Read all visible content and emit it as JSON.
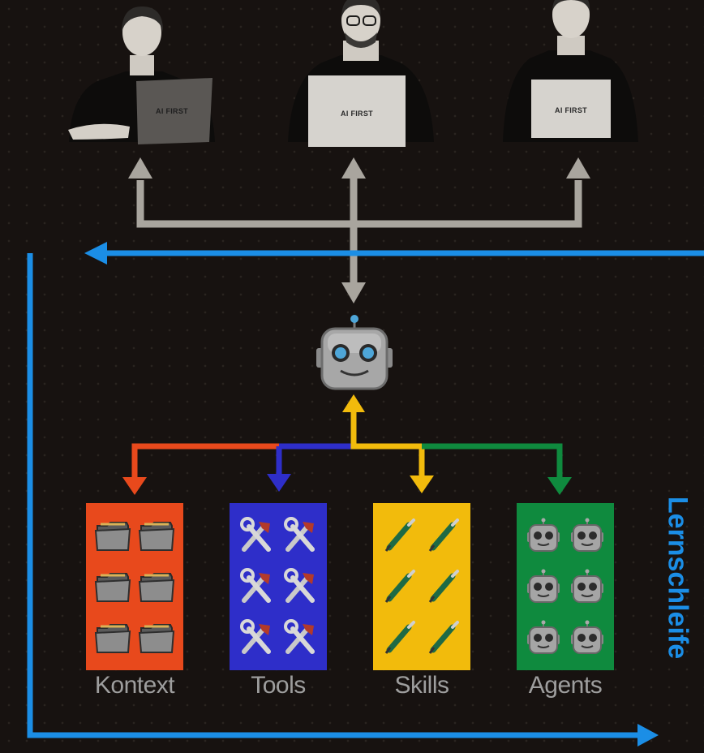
{
  "people": [
    {
      "laptop_text": "AI FIRST"
    },
    {
      "laptop_text": "AI FIRST"
    },
    {
      "laptop_text": "AI FIRST"
    }
  ],
  "categories": [
    {
      "label": "Kontext",
      "color": "#e8491c",
      "icon": "folder-icon"
    },
    {
      "label": "Tools",
      "color": "#2e2ec9",
      "icon": "hammer-wrench-icon"
    },
    {
      "label": "Skills",
      "color": "#f2bb0c",
      "icon": "pen-icon"
    },
    {
      "label": "Agents",
      "color": "#0f8a3e",
      "icon": "robot-icon"
    }
  ],
  "loop_label": "Lernschleife",
  "colors": {
    "background": "#171210",
    "loop_arrow": "#1b8ee6",
    "people_arrows": "#a9a59e",
    "robot_arrow": "#f2bb0c"
  }
}
